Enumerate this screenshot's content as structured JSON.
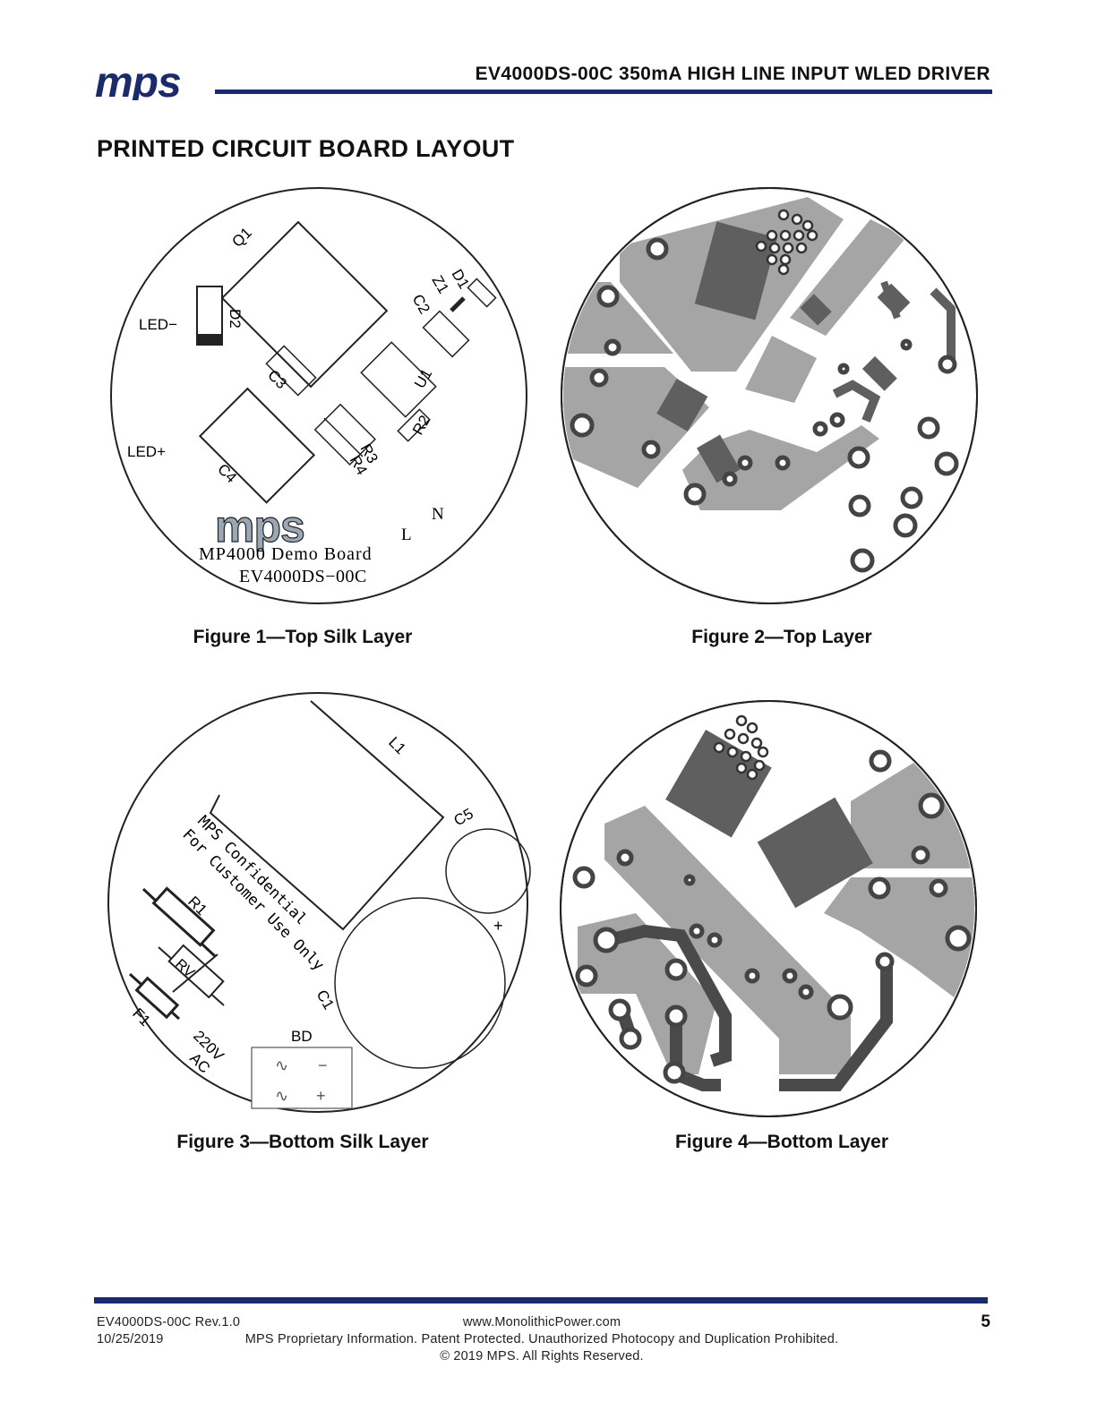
{
  "header": {
    "logo_text": "mps",
    "doc_title": "EV4000DS-00C 350mA HIGH LINE INPUT WLED DRIVER"
  },
  "section": {
    "title": "PRINTED CIRCUIT BOARD LAYOUT"
  },
  "figures": [
    {
      "caption": "Figure 1—Top Silk Layer",
      "labels": {
        "q1": "Q1",
        "d1": "D1",
        "z1": "Z1",
        "c2": "C2",
        "d2": "D2",
        "led_minus": "LED−",
        "led_plus": "LED+",
        "c3": "C3",
        "u1": "U1",
        "r2": "R2",
        "r3": "R3",
        "r4": "R4",
        "c4": "C4",
        "n": "N",
        "l": "L",
        "board_logo": "mps",
        "board_name": "MP4000 Demo Board",
        "board_id": "EV4000DS−00C"
      }
    },
    {
      "caption": "Figure 2—Top Layer"
    },
    {
      "caption": "Figure 3—Bottom Silk Layer",
      "labels": {
        "l1": "L1",
        "c5": "C5",
        "plus": "+",
        "c1": "C1",
        "confidential_1": "MPS Confidential",
        "confidential_2": "For Customer Use Only",
        "r1": "R1",
        "rv": "RV",
        "f1": "F1",
        "voltage": "220V",
        "ac": "AC",
        "bd": "BD",
        "bd_plus": "+",
        "bd_minus": "−",
        "bd_ac1": "∿",
        "bd_ac2": "∿"
      }
    },
    {
      "caption": "Figure 4—Bottom Layer"
    }
  ],
  "footer": {
    "doc_rev": "EV4000DS-00C Rev.1.0",
    "date": "10/25/2019",
    "url": "www.MonolithicPower.com",
    "notice": "MPS Proprietary Information. Patent Protected. Unauthorized Photocopy and Duplication Prohibited.",
    "copyright": "© 2019 MPS. All Rights Reserved.",
    "page_number": "5"
  },
  "colors": {
    "brand_navy": "#1b2a6b",
    "copper_light": "#a5a5a5",
    "copper_dark": "#5f5f5f"
  }
}
